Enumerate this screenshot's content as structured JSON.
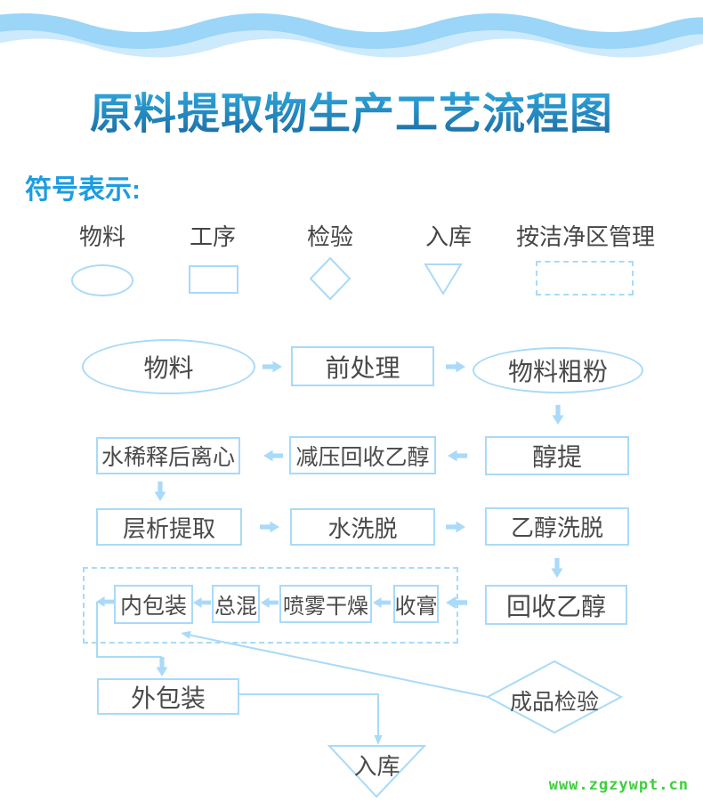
{
  "page": {
    "title": "原料提取物生产工艺流程图",
    "legend_heading": "符号表示:",
    "watermark": "www.zgzywpt.cn"
  },
  "legend": {
    "items": [
      {
        "label": "物料",
        "shape": "ellipse"
      },
      {
        "label": "工序",
        "shape": "rectangle"
      },
      {
        "label": "检验",
        "shape": "diamond"
      },
      {
        "label": "入库",
        "shape": "inverted-triangle"
      },
      {
        "label": "按洁净区管理",
        "shape": "dashed-rectangle"
      }
    ]
  },
  "flow": {
    "material": "物料",
    "pretreatment": "前处理",
    "coarse_powder": "物料粗粉",
    "alcohol_extraction": "醇提",
    "vacuum_ethanol_recovery": "减压回收乙醇",
    "water_dilution_centrifuge": "水稀释后离心",
    "chromatography_extraction": "层析提取",
    "water_elution": "水洗脱",
    "ethanol_elution": "乙醇洗脱",
    "ethanol_recovery": "回收乙醇",
    "paste_collection": "收膏",
    "spray_drying": "喷雾干燥",
    "total_mixing": "总混",
    "inner_packaging": "内包装",
    "outer_packaging": "外包装",
    "finished_product_inspection": "成品检验",
    "warehousing": "入库"
  },
  "colors": {
    "accent_blue": "#a9daf8",
    "title_gradient_top": "#33b5e9",
    "title_gradient_bottom": "#1a689f",
    "heading_blue": "#1e9ce0",
    "node_text": "#4a4a4a",
    "wave_dark": "#9bd5f7",
    "wave_light": "#cdeafc",
    "watermark_green": "#3ecf3e"
  }
}
